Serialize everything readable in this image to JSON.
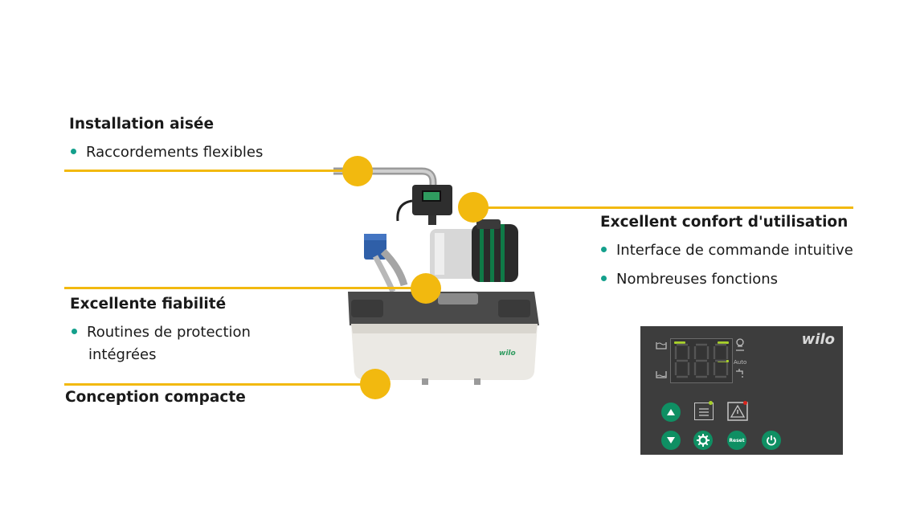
{
  "callouts": {
    "installation": {
      "title": "Installation aisée",
      "bullets": [
        "Raccordements flexibles"
      ]
    },
    "confort": {
      "title": "Excellent confort d'utilisation",
      "bullets": [
        "Interface de commande intuitive",
        "Nombreuses fonctions"
      ]
    },
    "fiabilite": {
      "title": "Excellente fiabilité",
      "bullet_line1": "Routines de protection",
      "bullet_line2": "intégrées"
    },
    "compacte": {
      "title": "Conception compacte"
    }
  },
  "panel": {
    "brand": "wilo",
    "auto_label": "Auto",
    "reset_label": "Reset"
  },
  "product": {
    "body_logo": "wilo"
  },
  "colors": {
    "accent_yellow": "#f2b90f",
    "bullet_teal": "#14a08c",
    "button_green": "#0f8f63",
    "panel_bg": "#3d3d3d",
    "indicator_green": "#a8d12a",
    "indicator_red": "#d9241c"
  }
}
